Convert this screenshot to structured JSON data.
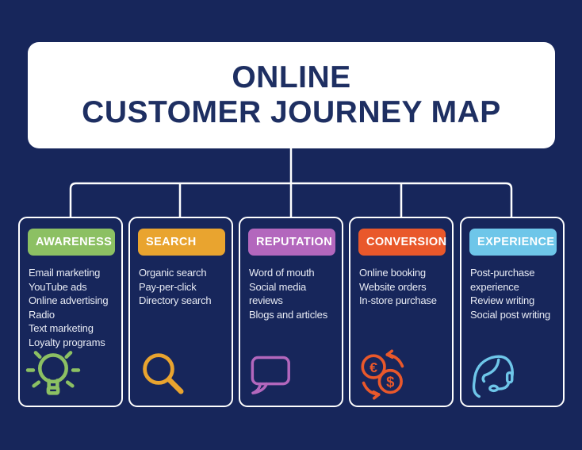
{
  "colors": {
    "background": "#17265B",
    "title_text": "#1E2F62",
    "card_border": "#FFFFFF",
    "connector": "#FFFFFF",
    "badge_text": "#FFFFFF",
    "list_text": "#E8EBF4"
  },
  "title": {
    "line1": "ONLINE",
    "line2": "CUSTOMER JOURNEY MAP"
  },
  "columns": [
    {
      "label": "AWARENESS",
      "color": "#8CC063",
      "icon": "lightbulb-icon",
      "items": [
        "Email marketing",
        "YouTube ads",
        "Online advertising",
        "Radio",
        "Text marketing",
        "Loyalty programs"
      ]
    },
    {
      "label": "SEARCH",
      "color": "#E9A42F",
      "icon": "magnifying-glass-icon",
      "items": [
        "Organic search",
        "Pay-per-click",
        "Directory search"
      ]
    },
    {
      "label": "REPUTATION",
      "color": "#B367BD",
      "icon": "speech-bubble-icon",
      "items": [
        "Word of mouth",
        "Social media reviews",
        "Blogs and articles"
      ]
    },
    {
      "label": "CONVERSION",
      "color": "#E9582B",
      "icon": "currency-exchange-icon",
      "icon_glyphs": {
        "euro": "€",
        "dollar": "$"
      },
      "items": [
        "Online booking",
        "Website orders",
        "In-store purchase"
      ]
    },
    {
      "label": "EXPERIENCE",
      "color": "#6EC6E9",
      "icon": "support-agent-icon",
      "items": [
        "Post-purchase experience",
        "Review writing",
        "Social post writing"
      ]
    }
  ]
}
